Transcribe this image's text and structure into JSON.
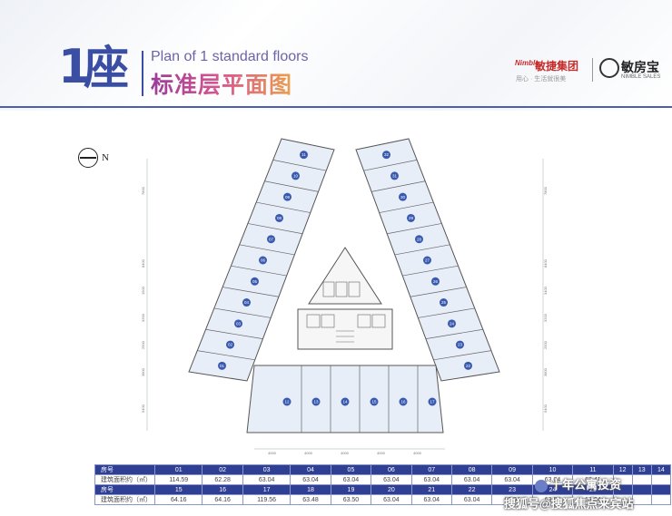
{
  "header": {
    "big_num": "1",
    "big_seat": "座",
    "title_en": "Plan of 1 standard floors",
    "title_cn": "标准层平面图"
  },
  "logos": {
    "brand1_mark": "Nimble",
    "brand1": "敏捷集团",
    "brand1_tag": "用心 · 生活就很美",
    "brand2": "敏房宝",
    "brand2_tag": "NIMBLE SALES"
  },
  "compass": {
    "label": "N"
  },
  "plan_units": {
    "left_wing": [
      "01",
      "02",
      "03",
      "04",
      "05",
      "06",
      "07",
      "08",
      "09",
      "10",
      "11"
    ],
    "right_wing": [
      "22",
      "23",
      "24",
      "25",
      "26",
      "27",
      "28",
      "29",
      "30",
      "31",
      "32"
    ],
    "bottom_row": [
      "12",
      "13",
      "14",
      "15",
      "16",
      "17"
    ]
  },
  "plan_dims": {
    "bottom": [
      "4000",
      "4000",
      "4000",
      "4000",
      "4000"
    ],
    "left_side": [
      "7800",
      "8400",
      "1500",
      "3200",
      "2500",
      "3800",
      "5400"
    ],
    "right_side": [
      "7800",
      "8400",
      "3400",
      "3200",
      "2500",
      "3800",
      "5400"
    ]
  },
  "table": {
    "row_label_room": "房号",
    "row_label_area": "建筑面积约（㎡）",
    "rooms_1": [
      "01",
      "02",
      "03",
      "04",
      "05",
      "06",
      "07",
      "08",
      "09",
      "10",
      "11",
      "12",
      "13",
      "14"
    ],
    "areas_1": [
      "114.59",
      "62.28",
      "63.04",
      "63.04",
      "63.04",
      "63.04",
      "63.04",
      "63.04",
      "63.04",
      "63.04",
      "63.41",
      "",
      "",
      ""
    ],
    "rooms_2": [
      "15",
      "16",
      "17",
      "18",
      "19",
      "20",
      "21",
      "22",
      "23",
      "24",
      "25",
      "",
      "",
      ""
    ],
    "areas_2": [
      "64.16",
      "64.16",
      "119.56",
      "63.48",
      "63.50",
      "63.04",
      "63.04",
      "63.04",
      "63.04",
      "63.04",
      "63.04",
      "",
      "",
      ""
    ]
  },
  "watermark": {
    "line1": "十年公寓投资",
    "line2": "搜狐号@搜狐焦点来宾站"
  }
}
